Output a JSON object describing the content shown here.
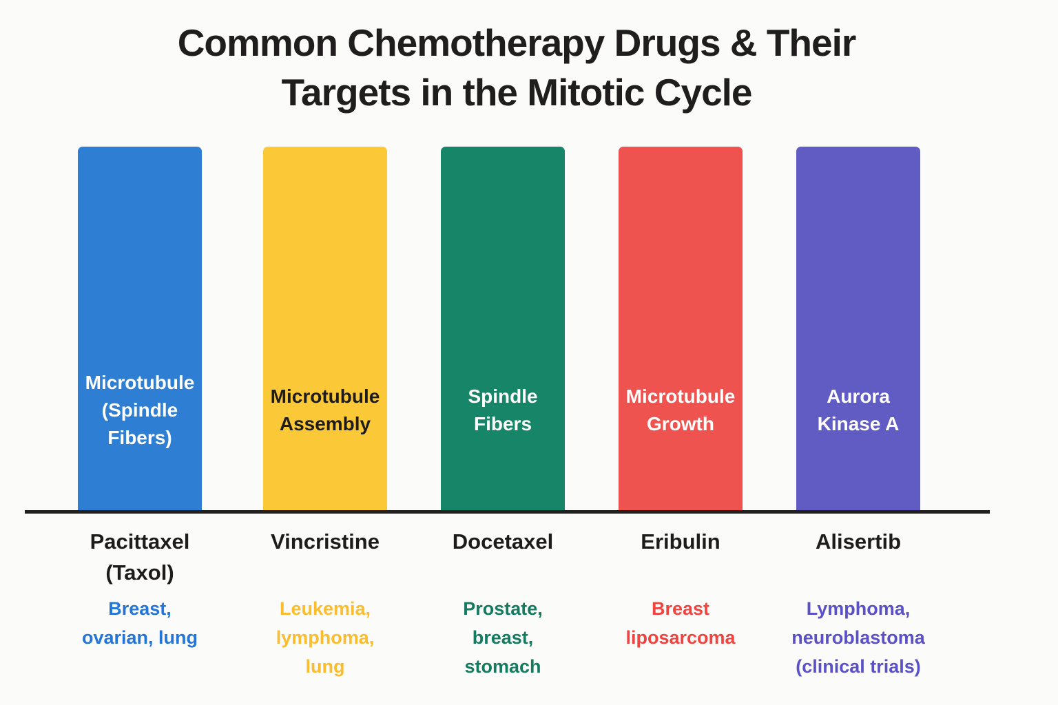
{
  "title": {
    "line1": "Common Chemotherapy Drugs & Their",
    "line2": "Targets in the Mitotic Cycle",
    "color": "#1F1D1D"
  },
  "axis": {
    "color": "#221F1F"
  },
  "chart_data": {
    "type": "bar",
    "title": "Common Chemotherapy Drugs & Their Targets in the Mitotic Cycle",
    "categories": [
      "Pacittaxel (Taxol)",
      "Vincristine",
      "Docetaxel",
      "Eribulin",
      "Alisertib"
    ],
    "values": [
      1,
      1,
      1,
      1,
      1
    ],
    "value_note": "all five bars drawn at equal height; no numeric axis shown",
    "bar_inner_labels": [
      "Microtubule (Spindle Fibers)",
      "Microtubule Assembly",
      "Spindle Fibers",
      "Microtubule Growth",
      "Aurora Kinase A"
    ],
    "below_axis_labels": [
      "Breast, ovarian, lung",
      "Leukemia, lymphoma, lung",
      "Prostate, breast, stomach",
      "Breast liposarcoma",
      "Lymphoma, neuroblastoma (clinical trials)"
    ],
    "bar_colors": [
      "#2E7ED3",
      "#FBC838",
      "#178568",
      "#EE534F",
      "#605CC3"
    ],
    "xlabel": "",
    "ylabel": "",
    "grid": false,
    "legend": false
  },
  "drugs": [
    {
      "name": "Pacittaxel\n(Taxol)",
      "target": "Microtubule\n(Spindle\nFibers)",
      "cancers": "Breast,\novarian, lung",
      "bar_color": "#2E7ED3",
      "target_text_color": "#FFFFFF",
      "cancer_text_color": "#2375D8"
    },
    {
      "name": "Vincristine",
      "target": "Microtubule\nAssembly",
      "cancers": "Leukemia,\nlymphoma,\nlung",
      "bar_color": "#FBC838",
      "target_text_color": "#1E1C1A",
      "cancer_text_color": "#FBBD2D"
    },
    {
      "name": "Docetaxel",
      "target": "Spindle\nFibers",
      "cancers": "Prostate,\nbreast,\nstomach",
      "bar_color": "#178568",
      "target_text_color": "#FFFFFF",
      "cancer_text_color": "#147A60"
    },
    {
      "name": "Eribulin",
      "target": "Microtubule\nGrowth",
      "cancers": "Breast\nliposarcoma",
      "bar_color": "#EE534F",
      "target_text_color": "#FFFFFF",
      "cancer_text_color": "#EF4440"
    },
    {
      "name": "Alisertib",
      "target": "Aurora\nKinase A",
      "cancers": "Lymphoma,\nneuroblastoma\n(clinical trials)",
      "bar_color": "#605CC3",
      "target_text_color": "#FFFFFF",
      "cancer_text_color": "#5A50C7"
    }
  ]
}
